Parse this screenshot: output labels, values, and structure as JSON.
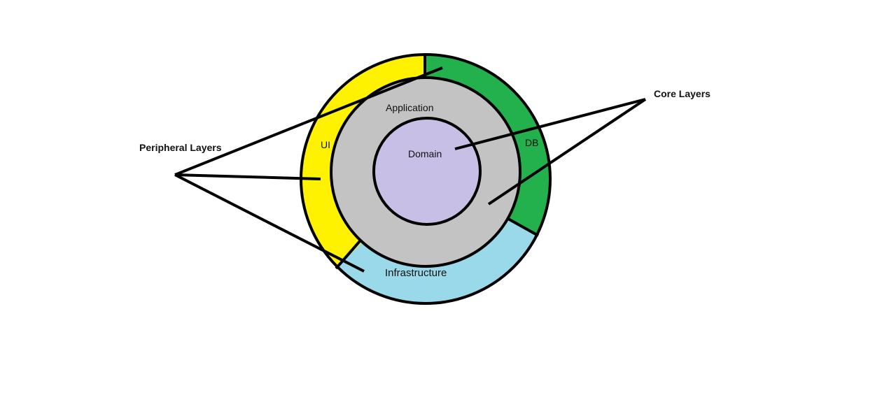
{
  "diagram": {
    "labels": {
      "peripheral": "Peripheral Layers",
      "core": "Core Layers",
      "application": "Application",
      "domain": "Domain",
      "ui": "UI",
      "db": "DB",
      "infrastructure": "Infrastructure"
    },
    "colors": {
      "ui": "#fff200",
      "db": "#22b14c",
      "infrastructure": "#99d9ea",
      "application": "#c3c3c3",
      "domain": "#c8bfe7",
      "stroke": "#000000"
    }
  }
}
